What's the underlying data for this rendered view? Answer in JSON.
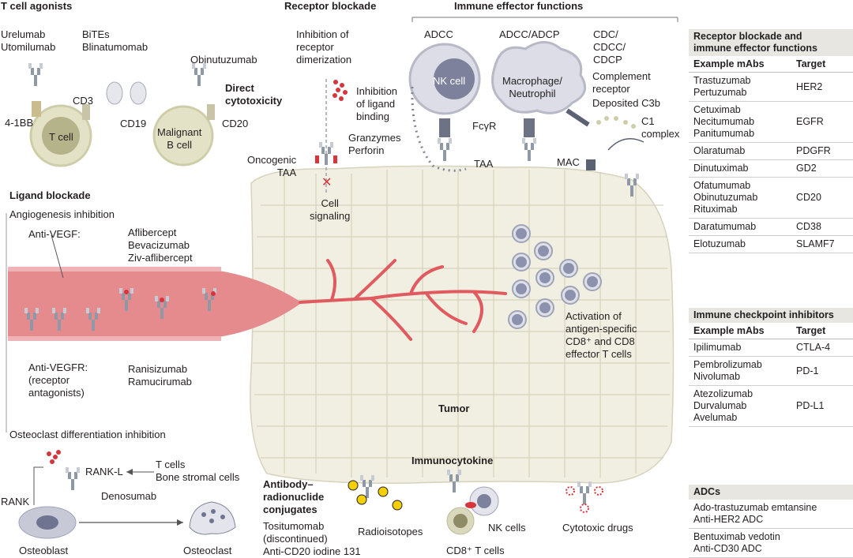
{
  "sections": {
    "t_cell_agonists": "T cell agonists",
    "receptor_blockade": "Receptor blockade",
    "immune_effector": "Immune effector functions",
    "ligand_blockade": "Ligand blockade",
    "tumor": "Tumor",
    "immunocytokine": "Immunocytokine",
    "arc": "Antibody–\nradionuclide\nconjugates"
  },
  "labels": {
    "urelumab": "Urelumab\nUtomilumab",
    "bites": "BiTEs\nBlinatumomab",
    "obinutuzumab": "Obinutuzumab",
    "direct": "Direct\ncytotoxicity",
    "cd3": "CD3",
    "b41bb": "4-1BB",
    "tcell": "T cell",
    "cd19": "CD19",
    "malignant": "Malignant\nB cell",
    "cd20": "CD20",
    "inh_dimer": "Inhibition of\nreceptor\ndimerization",
    "inh_ligand": "Inhibition\nof ligand\nbinding",
    "oncogenic": "Oncogenic\nTAA",
    "cell_signaling": "Cell\nsignaling",
    "granzymes": "Granzymes\nPerforin",
    "adcc": "ADCC",
    "nkcell": "NK cell",
    "adcc_adcp": "ADCC/ADCP",
    "macrophage": "Macrophage/\nNeutrophil",
    "cdc": "CDC/\nCDCC/\nCDCP",
    "complement": "Complement\nreceptor",
    "deposited": "Deposited C3b",
    "c1": "C1\ncomplex",
    "fcr": "FcγR",
    "taa": "TAA",
    "mac": "MAC",
    "angio": "Angiogenesis inhibition",
    "anti_vegf": "Anti-VEGF:",
    "vegf_drugs": "Aflibercept\nBevacizumab\nZiv-aflibercept",
    "anti_vegfr": "Anti-VEGFR:\n(receptor\nantagonists)",
    "vegfr_drugs": "Ranisizumab\nRamucirumab",
    "activation": "Activation of\nantigen-specific\nCD8⁺ and CD8\neffector T cells",
    "osteo_inh": "Osteoclast differentiation inhibition",
    "rankl": "RANK-L",
    "tcells_bone": "T cells\nBone stromal cells",
    "rank": "RANK",
    "denosumab": "Denosumab",
    "osteoblast": "Osteoblast",
    "osteoclast": "Osteoclast",
    "tositumomab": "Tositumomab\n(discontinued)\nAnti-CD20 iodine 131",
    "radioisotopes": "Radioisotopes",
    "nkcells": "NK cells",
    "cd8": "CD8⁺ T cells",
    "cytotoxic": "Cytotoxic drugs"
  },
  "table1": {
    "title": "Receptor blockade and\nimmune effector functions",
    "col1": "Example mAbs",
    "col2": "Target",
    "rows": [
      {
        "mab": "Trastuzumab\nPertuzumab",
        "target": "HER2"
      },
      {
        "mab": "Cetuximab\nNecitumumab\nPanitumumab",
        "target": "EGFR"
      },
      {
        "mab": "Olaratumab",
        "target": "PDGFR"
      },
      {
        "mab": "Dinutuximab",
        "target": "GD2"
      },
      {
        "mab": "Ofatumumab\nObinutuzumab\nRituximab",
        "target": "CD20"
      },
      {
        "mab": "Daratumumab",
        "target": "CD38"
      },
      {
        "mab": "Elotuzumab",
        "target": "SLAMF7"
      }
    ]
  },
  "table2": {
    "title": "Immune checkpoint inhibitors",
    "col1": "Example mAbs",
    "col2": "Target",
    "rows": [
      {
        "mab": "Ipilimumab",
        "target": "CTLA-4"
      },
      {
        "mab": "Pembrolizumab\nNivolumab",
        "target": "PD-1"
      },
      {
        "mab": "Atezolizumab\nDurvalumab\nAvelumab",
        "target": "PD-L1"
      }
    ]
  },
  "table3": {
    "title": "ADCs",
    "rows": [
      "Ado-trastuzumab emtansine\nAnti-HER2 ADC",
      "Bentuximab vedotin\nAnti-CD30 ADC"
    ]
  },
  "colors": {
    "tumor_fill": "#f1efe1",
    "tumor_stroke": "#d6d2bc",
    "vessel": "#e58a8d",
    "vessel_dark": "#d3565b",
    "cell_fill": "#e3e2c6",
    "nk_fill": "#b7b9c6",
    "antibody": "#8e98a6",
    "red": "#d8343c"
  }
}
